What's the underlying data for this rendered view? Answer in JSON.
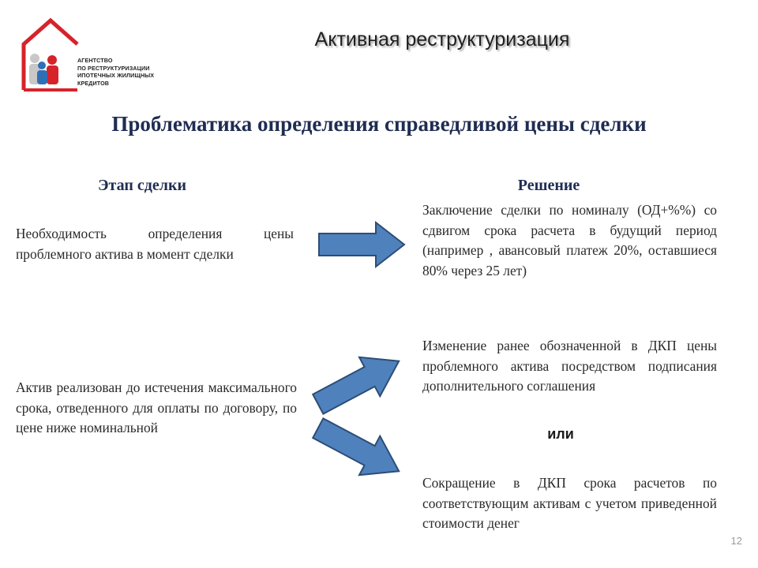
{
  "logo": {
    "lines": [
      "АГЕНТСТВО",
      "ПО РЕСТРУКТУРИЗАЦИИ",
      "ИПОТЕЧНЫХ ЖИЛИЩНЫХ",
      "КРЕДИТОВ"
    ],
    "house_color": "#d6232a",
    "figure_colors": [
      "#c8c8c8",
      "#2f6fb6",
      "#d6232a"
    ]
  },
  "header": {
    "title": "Активная реструктуризация",
    "subtitle": "Проблематика определения справедливой цены сделки"
  },
  "columns": {
    "stage_heading": "Этап сделки",
    "solution_heading": "Решение"
  },
  "stages": [
    "Необходимость определения цены проблемного актива в момент сделки",
    "Актив реализован до истечения максимального срока, отведенного для оплаты по договору, по цене ниже номинальной"
  ],
  "solutions": [
    "Заключение сделки по номиналу (ОД+%%) со сдвигом срока расчета в будущий период (например , авансовый платеж 20%, оставшиеся 80% через 25 лет)",
    "Изменение ранее обозначенной в ДКП цены проблемного актива посредством подписания дополнительного соглашения",
    "Сокращение в ДКП срока расчетов по соответствующим активам с учетом приведенной стоимости денег"
  ],
  "or_label": "или",
  "page_number": "12",
  "colors": {
    "heading": "#1f2d52",
    "arrow_fill": "#4f81bd",
    "arrow_stroke": "#2c4d75"
  }
}
